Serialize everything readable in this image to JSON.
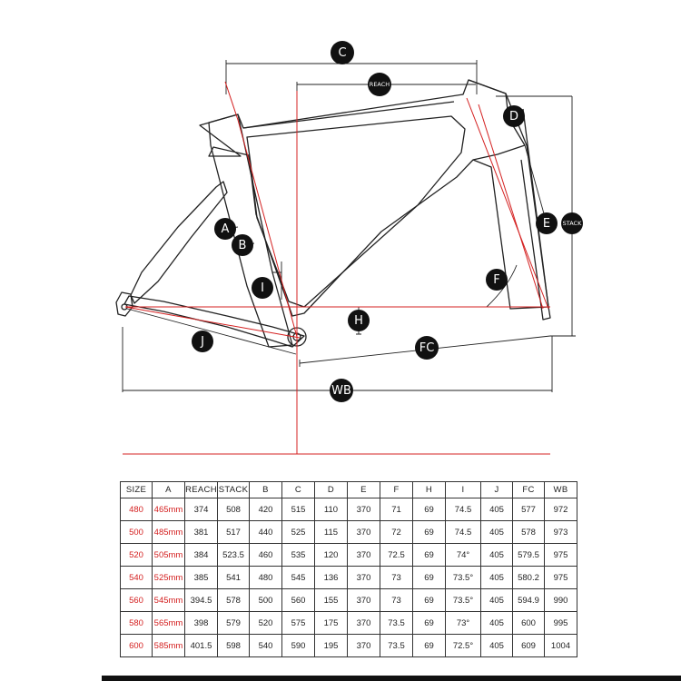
{
  "diagram": {
    "labels": {
      "c": "C",
      "reach": "REACH",
      "d": "D",
      "e": "E",
      "stack": "STACK",
      "a": "A",
      "b": "B",
      "f": "F",
      "i": "I",
      "h": "H",
      "j": "J",
      "fc": "FC",
      "wb": "WB"
    }
  },
  "table": {
    "headers": [
      "SIZE",
      "A",
      "REACH",
      "STACK",
      "B",
      "C",
      "D",
      "E",
      "F",
      "H",
      "I",
      "J",
      "FC",
      "WB"
    ],
    "rows": [
      [
        "480",
        "465mm",
        "374",
        "508",
        "420",
        "515",
        "110",
        "370",
        "71",
        "69",
        "74.5",
        "405",
        "577",
        "972"
      ],
      [
        "500",
        "485mm",
        "381",
        "517",
        "440",
        "525",
        "115",
        "370",
        "72",
        "69",
        "74.5",
        "405",
        "578",
        "973"
      ],
      [
        "520",
        "505mm",
        "384",
        "523.5",
        "460",
        "535",
        "120",
        "370",
        "72.5",
        "69",
        "74°",
        "405",
        "579.5",
        "975"
      ],
      [
        "540",
        "525mm",
        "385",
        "541",
        "480",
        "545",
        "136",
        "370",
        "73",
        "69",
        "73.5°",
        "405",
        "580.2",
        "975"
      ],
      [
        "560",
        "545mm",
        "394.5",
        "578",
        "500",
        "560",
        "155",
        "370",
        "73",
        "69",
        "73.5°",
        "405",
        "594.9",
        "990"
      ],
      [
        "580",
        "565mm",
        "398",
        "579",
        "520",
        "575",
        "175",
        "370",
        "73.5",
        "69",
        "73°",
        "405",
        "600",
        "995"
      ],
      [
        "600",
        "585mm",
        "401.5",
        "598",
        "540",
        "590",
        "195",
        "370",
        "73.5",
        "69",
        "72.5°",
        "405",
        "609",
        "1004"
      ]
    ]
  },
  "colors": {
    "accent_red": "#d42020",
    "line": "#222222"
  }
}
